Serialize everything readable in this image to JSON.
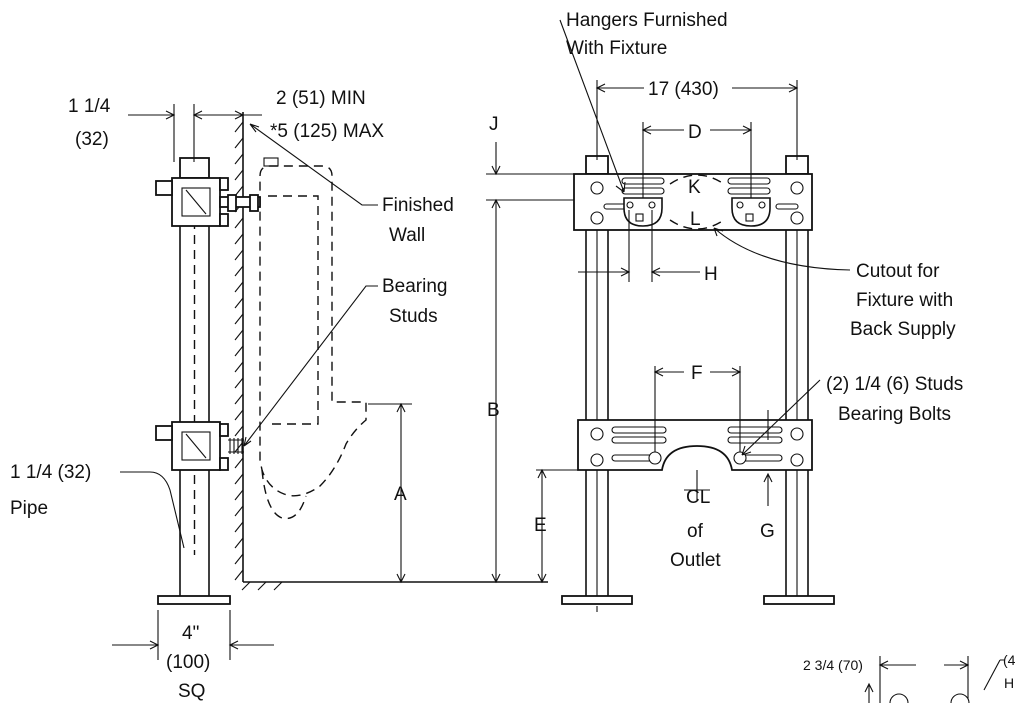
{
  "labels": {
    "pipe_width": "1 1/4",
    "pipe_width_mm": "(32)",
    "wall_gap_min": "2 (51) MIN",
    "wall_gap_max": "*5 (125) MAX",
    "finished_wall": "Finished",
    "finished_wall_2": "Wall",
    "bearing_studs": "Bearing",
    "bearing_studs_2": "Studs",
    "pipe_size": "1 1/4 (32)",
    "pipe": "Pipe",
    "foot_width": "4\"",
    "foot_width_mm": "(100)",
    "foot_sq": "SQ",
    "dim_a": "A",
    "dim_b": "B",
    "dim_e": "E",
    "dim_j": "J",
    "hangers": "Hangers Furnished",
    "hangers_2": "With Fixture",
    "frame_width": "17 (430)",
    "dim_d": "D",
    "dim_k": "K",
    "dim_l": "L",
    "dim_h": "H",
    "cutout": "Cutout for",
    "cutout_2": "Fixture with",
    "cutout_3": "Back Supply",
    "dim_f": "F",
    "studs": "(2) 1/4 (6) Studs",
    "bearing_bolts": "Bearing Bolts",
    "centerline": "CL",
    "of": "of",
    "outlet": "Outlet",
    "dim_g": "G",
    "detail_width": "2 3/4 (70)",
    "detail_partial": "(4",
    "detail_partial_2": "H"
  }
}
